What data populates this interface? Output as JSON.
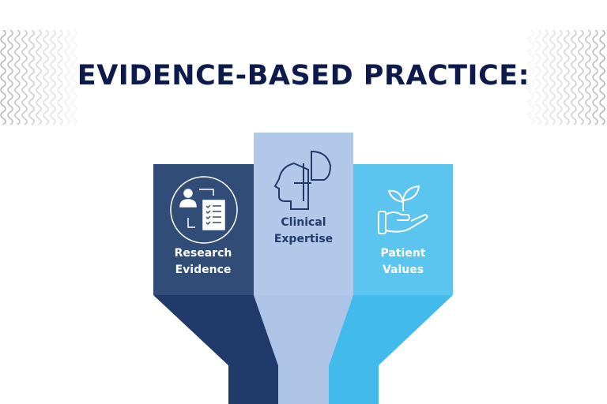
{
  "title": "EVIDENCE-BASED PRACTICE:",
  "pillars": [
    {
      "label_line1": "Research",
      "label_line2": "Evidence",
      "icon": "research-clipboard-icon",
      "color_top": "#324c78",
      "color_bottom": "#1f3a6b",
      "text_color": "#ffffff"
    },
    {
      "label_line1": "Clinical",
      "label_line2": "Expertise",
      "icon": "puzzle-head-icon",
      "color_top": "#b3c8e8",
      "color_bottom": "#adc4e6",
      "text_color": "#1f3a6b"
    },
    {
      "label_line1": "Patient",
      "label_line2": "Values",
      "icon": "hand-plant-icon",
      "color_top": "#5bc4ef",
      "color_bottom": "#42bbec",
      "text_color": "#ffffff"
    }
  ],
  "colors": {
    "title": "#0d1b4c",
    "waves": "#b5b5b5"
  }
}
